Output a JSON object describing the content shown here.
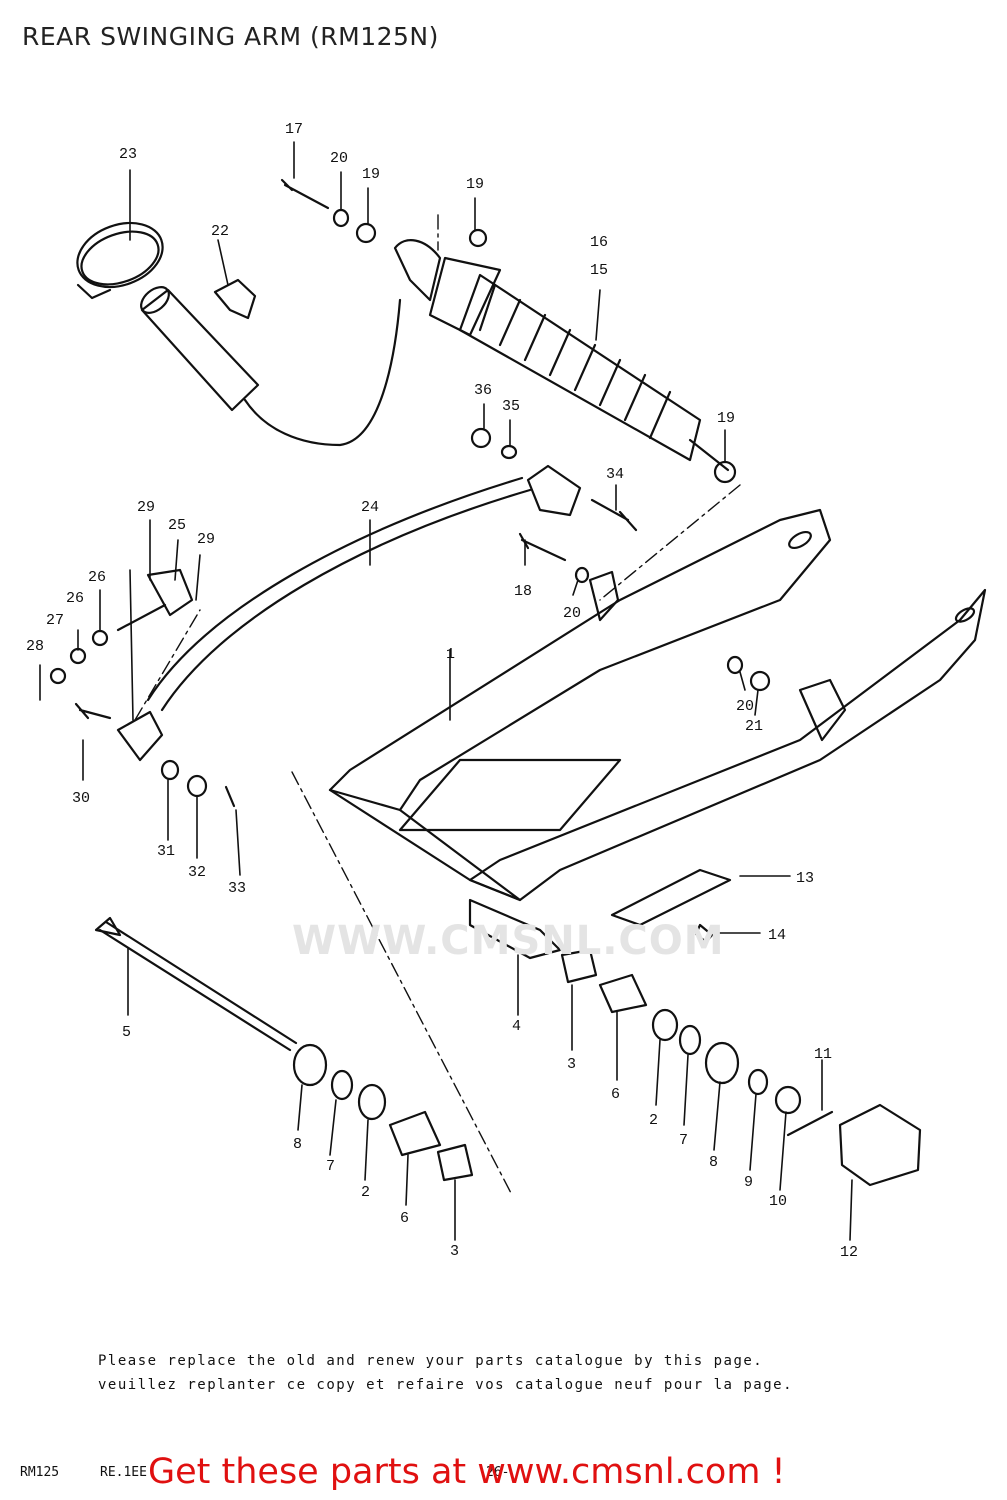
{
  "title": "REAR SWINGING ARM (RM125N)",
  "watermark": "WWW.CMSNL.COM",
  "labels": [
    {
      "id": "1",
      "text": "1"
    },
    {
      "id": "2a",
      "text": "2"
    },
    {
      "id": "2b",
      "text": "2"
    },
    {
      "id": "3a",
      "text": "3"
    },
    {
      "id": "3b",
      "text": "3"
    },
    {
      "id": "4",
      "text": "4"
    },
    {
      "id": "5",
      "text": "5"
    },
    {
      "id": "6a",
      "text": "6"
    },
    {
      "id": "6b",
      "text": "6"
    },
    {
      "id": "7a",
      "text": "7"
    },
    {
      "id": "7b",
      "text": "7"
    },
    {
      "id": "8a",
      "text": "8"
    },
    {
      "id": "8b",
      "text": "8"
    },
    {
      "id": "9",
      "text": "9"
    },
    {
      "id": "10",
      "text": "10"
    },
    {
      "id": "11",
      "text": "11"
    },
    {
      "id": "12",
      "text": "12"
    },
    {
      "id": "13",
      "text": "13"
    },
    {
      "id": "14",
      "text": "14"
    },
    {
      "id": "15",
      "text": "15"
    },
    {
      "id": "16",
      "text": "16"
    },
    {
      "id": "17",
      "text": "17"
    },
    {
      "id": "18",
      "text": "18"
    },
    {
      "id": "19a",
      "text": "19"
    },
    {
      "id": "19b",
      "text": "19"
    },
    {
      "id": "19c",
      "text": "19"
    },
    {
      "id": "20a",
      "text": "20"
    },
    {
      "id": "20b",
      "text": "20"
    },
    {
      "id": "20c",
      "text": "20"
    },
    {
      "id": "21",
      "text": "21"
    },
    {
      "id": "22",
      "text": "22"
    },
    {
      "id": "23",
      "text": "23"
    },
    {
      "id": "24",
      "text": "24"
    },
    {
      "id": "25",
      "text": "25"
    },
    {
      "id": "26a",
      "text": "26"
    },
    {
      "id": "26b",
      "text": "26"
    },
    {
      "id": "27",
      "text": "27"
    },
    {
      "id": "28",
      "text": "28"
    },
    {
      "id": "29a",
      "text": "29"
    },
    {
      "id": "29b",
      "text": "29"
    },
    {
      "id": "30",
      "text": "30"
    },
    {
      "id": "31",
      "text": "31"
    },
    {
      "id": "32",
      "text": "32"
    },
    {
      "id": "33",
      "text": "33"
    },
    {
      "id": "34",
      "text": "34"
    },
    {
      "id": "35",
      "text": "35"
    },
    {
      "id": "36",
      "text": "36"
    }
  ],
  "notes": {
    "en": "Please replace the old and renew your parts catalogue by this page.",
    "fr": "veuillez replanter ce copy et refaire vos catalogue neuf pour la page."
  },
  "footer": {
    "code": "RM125",
    "rev": "RE.1EE",
    "page": "26-",
    "cta": "Get these parts at www.cmsnl.com !"
  }
}
